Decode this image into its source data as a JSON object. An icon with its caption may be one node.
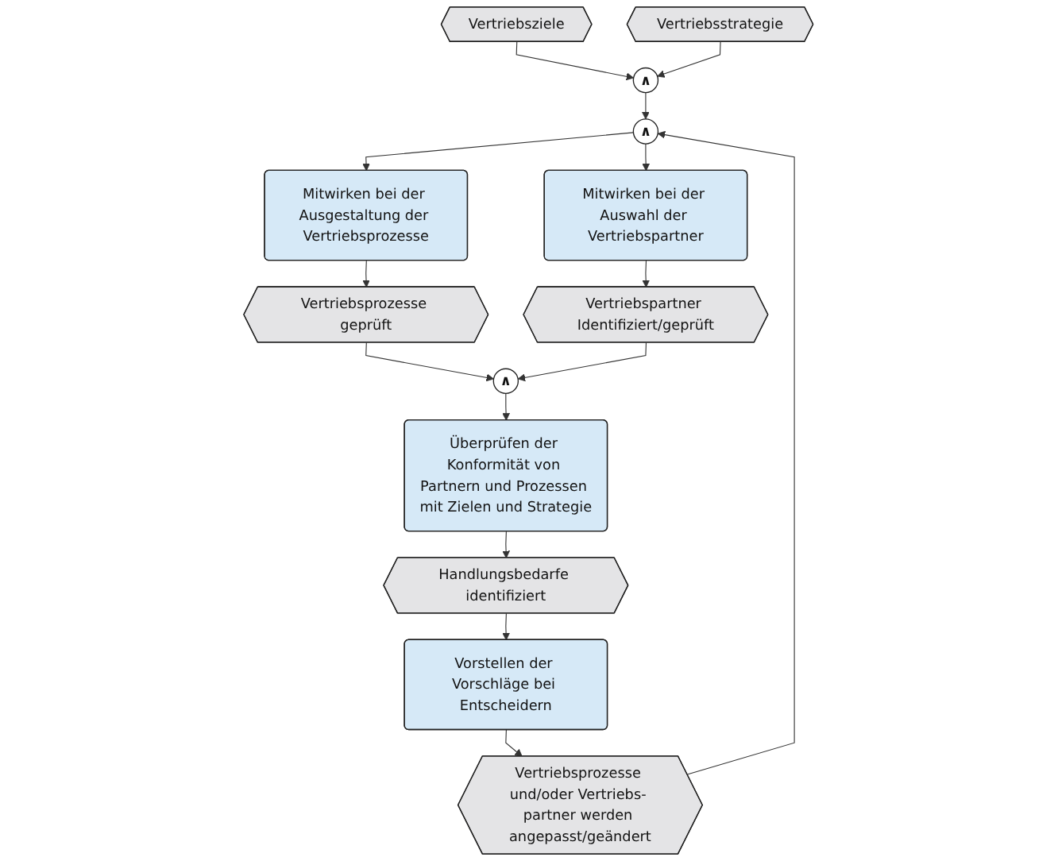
{
  "diagram": {
    "nodes": [
      {
        "text": [
          "Vertriebsziele"
        ]
      },
      {
        "text": [
          "Vertriebsstrategie"
        ]
      },
      {
        "text": [
          "∧"
        ]
      },
      {
        "text": [
          "∧"
        ]
      },
      {
        "text": [
          "Mitwirken bei der Ausgestaltung der Vertriebsprozesse"
        ]
      },
      {
        "text": [
          "Mitwirken bei der Auswahl der Vertriebspartner"
        ]
      },
      {
        "text": [
          "Vertriebsprozesse geprüft"
        ]
      },
      {
        "text": [
          "Vertriebspartner Identifiziert/geprüft"
        ]
      },
      {
        "text": [
          "∧"
        ]
      },
      {
        "text": [
          "Überprüfen der Konformität von Partnern und Prozessen mit Zielen und Strategie"
        ]
      },
      {
        "text": [
          "Handlungsbedarfe identifiziert"
        ]
      },
      {
        "text": [
          "Vorstellen der Vorschläge bei Entscheidern"
        ]
      },
      {
        "text": [
          "Vertriebsprozesse und/oder Vertriebs- partner werden angepasst/geändert"
        ]
      }
    ],
    "edges": [
      {
        "from": 0,
        "to": 2,
        "arrow": "to"
      },
      {
        "from": 1,
        "to": 2,
        "arrow": "to"
      },
      {
        "from": 2,
        "to": 3,
        "arrow": "to"
      },
      {
        "from": 3,
        "to": 4,
        "arrow": "to"
      },
      {
        "from": 3,
        "to": 5,
        "arrow": "to"
      },
      {
        "from": 4,
        "to": 6,
        "arrow": "to"
      },
      {
        "from": 5,
        "to": 7,
        "arrow": "to"
      },
      {
        "from": 6,
        "to": 8,
        "arrow": "to"
      },
      {
        "from": 7,
        "to": 8,
        "arrow": "to"
      },
      {
        "from": 8,
        "to": 9,
        "arrow": "to"
      },
      {
        "from": 9,
        "to": 10,
        "arrow": "to"
      },
      {
        "from": 10,
        "to": 11,
        "arrow": "to"
      },
      {
        "from": 11,
        "to": 12,
        "arrow": "to"
      },
      {
        "from": 12,
        "to": 3,
        "arrow": "to"
      }
    ]
  }
}
